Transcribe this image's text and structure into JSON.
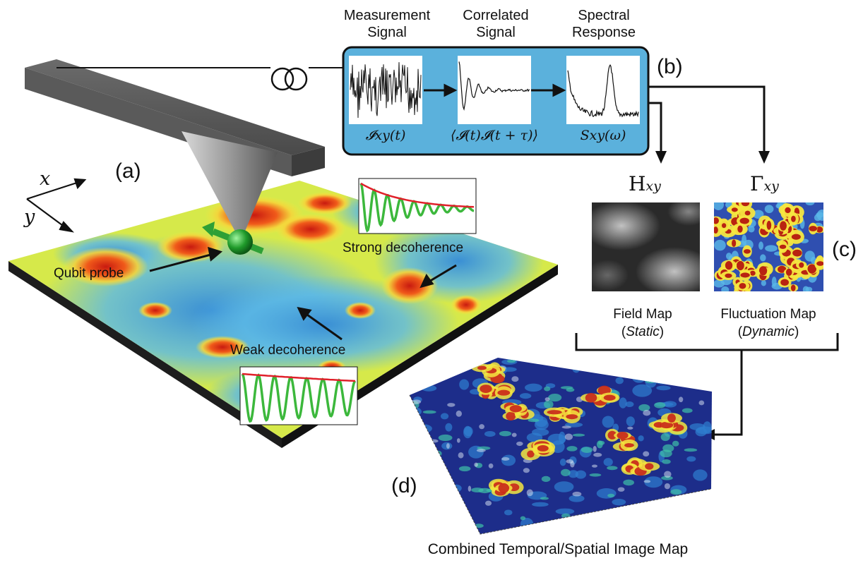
{
  "pipeline": {
    "headers": [
      {
        "line1": "Measurement",
        "line2": "Signal"
      },
      {
        "line1": "Correlated",
        "line2": "Signal"
      },
      {
        "line1": "Spectral",
        "line2": "Response"
      }
    ],
    "formulas": [
      "𝓘xy(t)",
      "⟨𝓘(t)𝓘(t + τ)⟩",
      "Sxy(ω)"
    ],
    "box_color": "#5bb1dc"
  },
  "panels": {
    "a": "(a)",
    "b": "(b)",
    "c": "(c)",
    "d": "(d)"
  },
  "axes": {
    "x": "x",
    "y": "y"
  },
  "annotations": {
    "qubit_probe": "Qubit probe",
    "strong": "Strong decoherence",
    "weak": "Weak decoherence"
  },
  "maps": {
    "field_symbol": "H",
    "field_sub": "xy",
    "fluct_symbol": "Γ",
    "fluct_sub": "xy",
    "field_caption": "Field Map",
    "field_mode": "Static",
    "fluct_caption": "Fluctuation Map",
    "fluct_mode": "Dynamic"
  },
  "combined_caption": "Combined Temporal/Spatial Image Map",
  "colors": {
    "hot": "#d7191c",
    "mid": "#f4e541",
    "cool": "#58b9e8",
    "deep": "#2a3a9e",
    "curve": "#3cb83c",
    "envelope": "#e0202a"
  }
}
